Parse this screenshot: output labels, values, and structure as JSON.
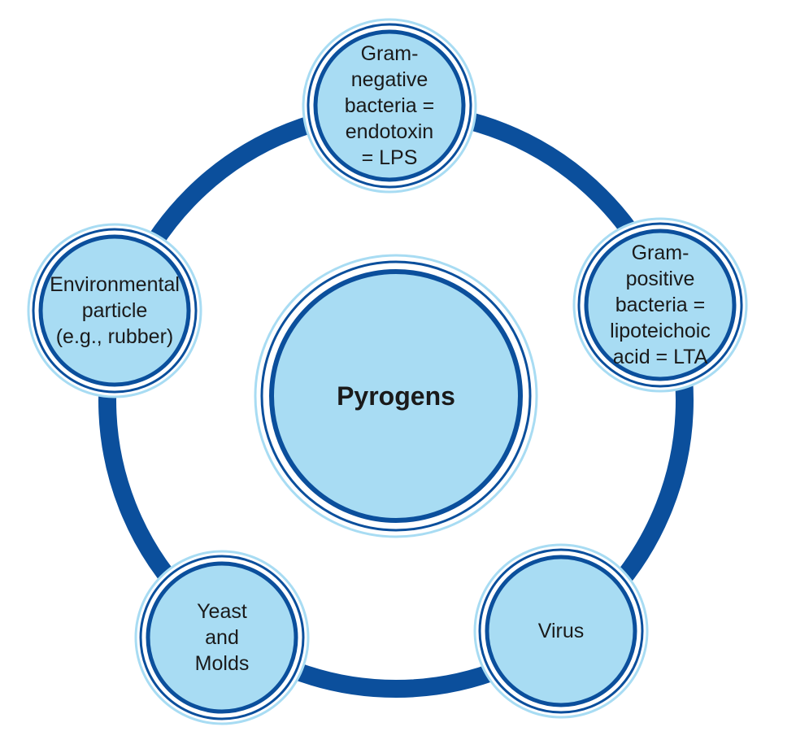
{
  "colors": {
    "ring": "#0b4f9c",
    "fill": "#a8dcf3",
    "outline": "#0b4f9c",
    "background": "#ffffff",
    "text": "#1a1a1a"
  },
  "center": {
    "label": "Pyrogens"
  },
  "nodes": [
    {
      "id": "gram-negative",
      "label": "Gram-\nnegative\nbacteria =\nendotoxin\n= LPS"
    },
    {
      "id": "gram-positive",
      "label": "Gram-\npositive\nbacteria =\nlipoteichoic\nacid = LTA"
    },
    {
      "id": "virus",
      "label": "Virus"
    },
    {
      "id": "yeast-molds",
      "label": "Yeast\nand\nMolds"
    },
    {
      "id": "environmental",
      "label": "Environmental\nparticle\n(e.g., rubber)"
    }
  ]
}
